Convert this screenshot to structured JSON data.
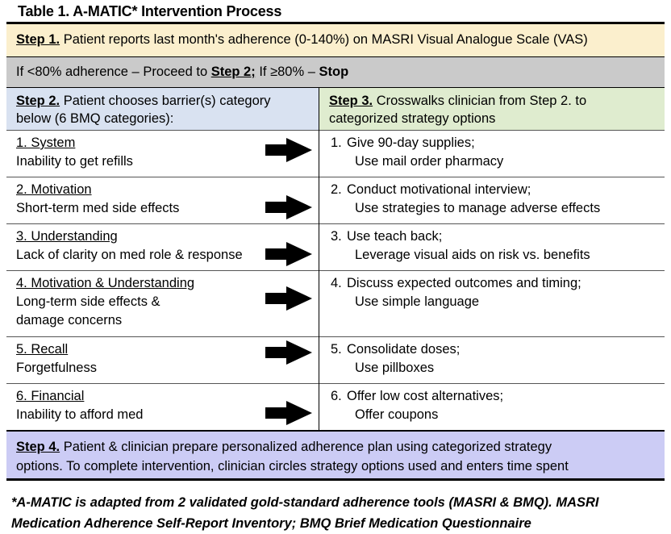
{
  "title": "Table 1. A-MATIC* Intervention Process",
  "step1": {
    "label": "Step 1.",
    "text": "Patient reports last month's adherence (0-140%) on  MASRI Visual Analogue Scale (VAS)"
  },
  "rule_row": {
    "prefix": "If <80% adherence – Proceed to ",
    "step_link": "Step 2;",
    "middle": " If ≥80% – ",
    "stop": "Stop"
  },
  "headers": {
    "left": {
      "label": "Step 2.",
      "line1": "Patient chooses barrier(s) category",
      "line2": "below (6 BMQ categories):"
    },
    "right": {
      "label": "Step 3.",
      "line1": "Crosswalks clinician from Step 2. to",
      "line2": "categorized strategy options"
    }
  },
  "barriers": [
    {
      "num": "1.",
      "title": "1. System",
      "sub": [
        "Inability to get refills"
      ]
    },
    {
      "num": "2.",
      "title": "2. Motivation",
      "sub": [
        "Short-term med side effects"
      ]
    },
    {
      "num": "3.",
      "title": "3. Understanding",
      "sub": [
        "Lack of clarity on med role & response"
      ]
    },
    {
      "num": "4.",
      "title": "4. Motivation & Understanding",
      "sub": [
        "Long-term side effects &",
        "damage concerns"
      ]
    },
    {
      "num": "5.",
      "title": "5. Recall",
      "sub": [
        "Forgetfulness"
      ]
    },
    {
      "num": "6.",
      "title": "6. Financial",
      "sub": [
        "Inability to afford med"
      ]
    }
  ],
  "strategies": [
    {
      "num": "1.",
      "line1": "Give 90-day supplies;",
      "line2": "Use mail order pharmacy"
    },
    {
      "num": "2.",
      "line1": "Conduct motivational interview;",
      "line2": "Use strategies to manage adverse effects"
    },
    {
      "num": "3.",
      "line1": "Use teach back;",
      "line2": "Leverage visual aids on risk vs. benefits"
    },
    {
      "num": "4.",
      "line1": "Discuss expected outcomes and timing;",
      "line2": "Use simple language"
    },
    {
      "num": "5.",
      "line1": "Consolidate doses;",
      "line2": "Use pillboxes"
    },
    {
      "num": "6.",
      "line1": "Offer low cost alternatives;",
      "line2": "Offer coupons"
    }
  ],
  "step4": {
    "label": "Step 4.",
    "line1": "Patient & clinician prepare personalized adherence plan using categorized strategy",
    "line2": "options. To complete intervention, clinician circles strategy options used and enters time spent"
  },
  "footnote": {
    "line1": "*A-MATIC is adapted from 2 validated gold-standard adherence tools (MASRI & BMQ). MASRI",
    "line2": "Medication Adherence Self-Report Inventory; BMQ Brief Medication Questionnaire"
  },
  "colors": {
    "step1_bg": "#fbefcd",
    "rule_bg": "#cacaca",
    "header_left_bg": "#d9e2f1",
    "header_right_bg": "#dfeccf",
    "step4_bg": "#ccccf5",
    "arrow": "#000000"
  },
  "icons": {
    "arrow": "right-block-arrow-icon"
  }
}
